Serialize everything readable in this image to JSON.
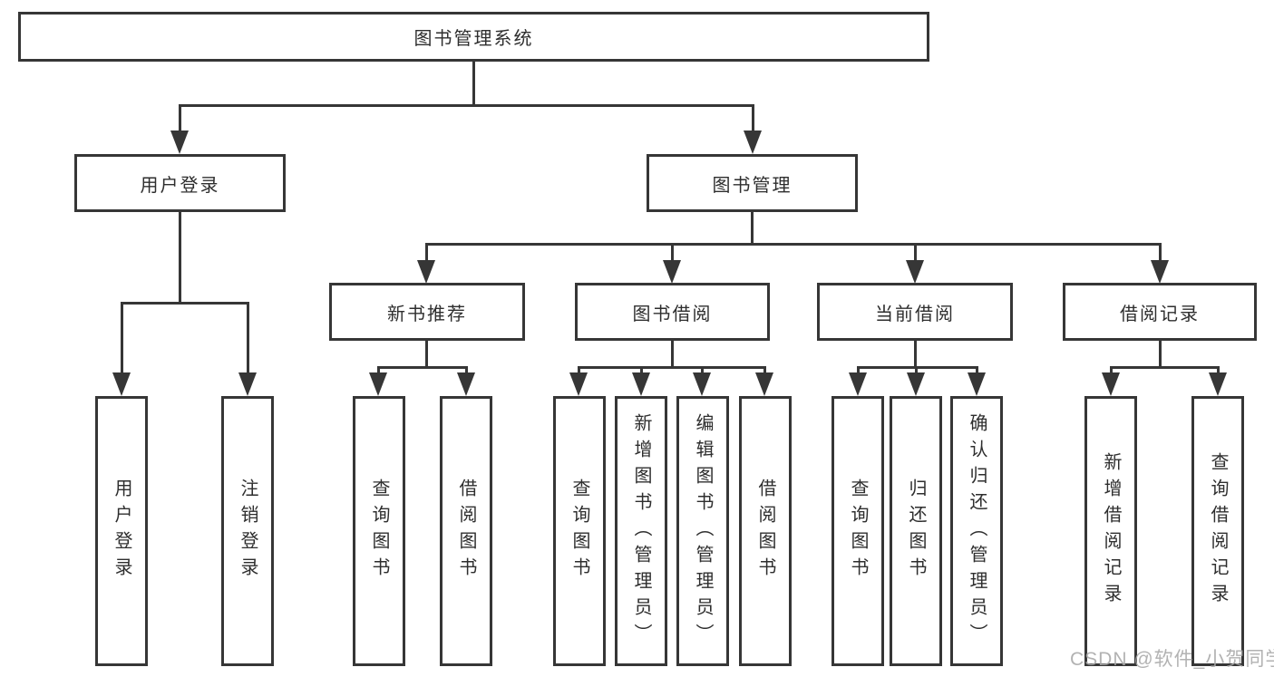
{
  "diagram_title": "图书管理系统",
  "colors": {
    "line": "#363636",
    "box_border": "#363636",
    "box_background": "#ffffff",
    "text": "#2e2e2e",
    "watermark": "#a8a8a8",
    "page_background": "#ffffff"
  },
  "tree": {
    "label": "图书管理系统",
    "children": [
      {
        "label": "用户登录",
        "children": [
          {
            "label": "用户登录"
          },
          {
            "label": "注销登录"
          }
        ]
      },
      {
        "label": "图书管理",
        "children": [
          {
            "label": "新书推荐",
            "children": [
              {
                "label": "查询图书"
              },
              {
                "label": "借阅图书"
              }
            ]
          },
          {
            "label": "图书借阅",
            "children": [
              {
                "label": "查询图书"
              },
              {
                "label": "新增图书（管理员）"
              },
              {
                "label": "编辑图书（管理员）"
              },
              {
                "label": "借阅图书"
              }
            ]
          },
          {
            "label": "当前借阅",
            "children": [
              {
                "label": "查询图书"
              },
              {
                "label": "归还图书"
              },
              {
                "label": "确认归还（管理员）"
              }
            ]
          },
          {
            "label": "借阅记录",
            "children": [
              {
                "label": "新增借阅记录"
              },
              {
                "label": "查询借阅记录"
              }
            ]
          }
        ]
      }
    ]
  },
  "watermark": {
    "text": "CSDN @软件_小贺同学"
  }
}
